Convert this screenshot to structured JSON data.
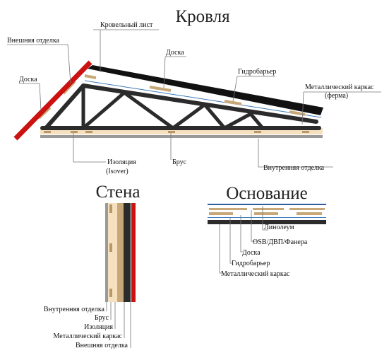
{
  "sections": {
    "roof": {
      "title": "Кровля",
      "labels": {
        "outer_finish": "Внешняя отделка",
        "roof_sheet": "Кровельный лист",
        "board_left": "Доска",
        "board_top": "Доска",
        "vapor_barrier": "Гидробарьер",
        "metal_frame_line1": "Металлический каркас",
        "metal_frame_line2": "(ферма)",
        "insulation_line1": "Изоляция",
        "insulation_line2": "(Isover)",
        "beam": "Брус",
        "inner_finish": "Внутренняя отделка"
      }
    },
    "wall": {
      "title": "Стена",
      "labels": {
        "inner_finish": "Внутренняя отделка",
        "beam": "Брус",
        "insulation": "Изоляция",
        "metal_frame": "Металлический каркас",
        "outer_finish": "Внешняя отделка"
      }
    },
    "floor": {
      "title": "Основание",
      "labels": {
        "linoleum": "Линолеум",
        "osb": "OSB/ДВП/Фанера",
        "board": "Доска",
        "vapor_barrier": "Гидробарьер",
        "metal_frame": "Металлический каркас"
      }
    }
  },
  "colors": {
    "metal_frame": "#2b2b2b",
    "roof_sheet": "#111111",
    "outer_finish": "#cc1111",
    "board": "#c8a878",
    "insulation": "#f5e0c0",
    "beam": "#b89868",
    "inner_finish": "#999999",
    "vapor_barrier": "#3a7ab8",
    "linoleum": "#2a5d9a"
  }
}
